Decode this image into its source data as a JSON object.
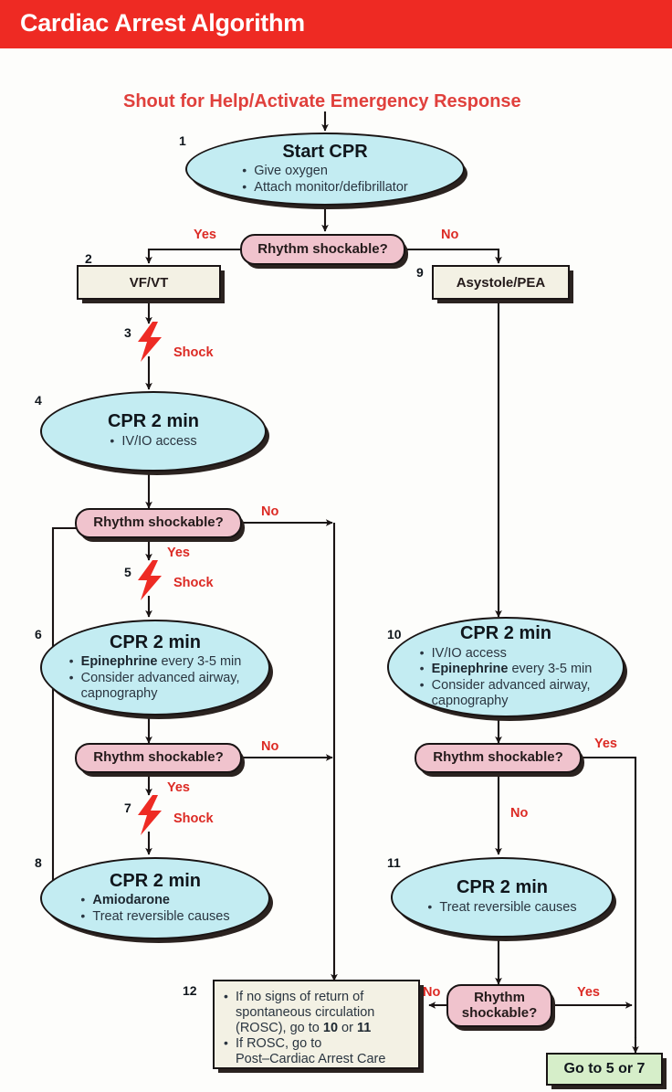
{
  "header": {
    "title": "Cardiac Arrest Algorithm",
    "bar_color": "#ee2a23",
    "text_color": "#ffffff"
  },
  "colors": {
    "ellipse_fill": "#c3ecf2",
    "decision_fill": "#f0c3cd",
    "rect_fill": "#f3f1e4",
    "green_fill": "#d6eec9",
    "red_accent": "#dc2a24",
    "bolt_red": "#ee2b24",
    "outline": "#191414"
  },
  "intro": {
    "shout": "Shout for Help/Activate Emergency Response"
  },
  "nodes": {
    "n1": {
      "num": "1",
      "title": "Start CPR",
      "bullets": [
        "Give oxygen",
        "Attach monitor/defibrillator"
      ]
    },
    "d1": {
      "label": "Rhythm shockable?",
      "yes": "Yes",
      "no": "No"
    },
    "n2": {
      "num": "2",
      "label": "VF/VT"
    },
    "n9": {
      "num": "9",
      "label": "Asystole/PEA"
    },
    "s3": {
      "num": "3",
      "label": "Shock",
      "icon": "lightning-bolt-icon"
    },
    "n4": {
      "num": "4",
      "title": "CPR 2 min",
      "bullets": [
        "IV/IO access"
      ]
    },
    "d2": {
      "label": "Rhythm shockable?",
      "yes": "Yes",
      "no": "No"
    },
    "s5": {
      "num": "5",
      "label": "Shock",
      "icon": "lightning-bolt-icon"
    },
    "n6": {
      "num": "6",
      "title": "CPR 2 min",
      "bullets": [
        {
          "bold": "Epinephrine",
          "rest": " every 3-5 min"
        },
        {
          "bold": "",
          "rest": "Consider advanced airway,"
        },
        {
          "cont": "capnography"
        }
      ]
    },
    "d3": {
      "label": "Rhythm shockable?",
      "yes": "Yes",
      "no": "No"
    },
    "s7": {
      "num": "7",
      "label": "Shock",
      "icon": "lightning-bolt-icon"
    },
    "n8": {
      "num": "8",
      "title": "CPR 2 min",
      "bullets": [
        "Amiodarone",
        "Treat reversible causes"
      ]
    },
    "n10": {
      "num": "10",
      "title": "CPR 2 min",
      "bullets": [
        {
          "rest": "IV/IO access"
        },
        {
          "bold": "Epinephrine",
          "rest": " every 3-5 min"
        },
        {
          "rest": "Consider advanced airway,"
        },
        {
          "cont": "capnography"
        }
      ]
    },
    "d4": {
      "label": "Rhythm shockable?",
      "yes": "Yes",
      "no": "No"
    },
    "n11": {
      "num": "11",
      "title": "CPR 2 min",
      "bullets": [
        "Treat reversible causes"
      ]
    },
    "d5": {
      "line1": "Rhythm",
      "line2": "shockable?",
      "yes": "Yes",
      "no": "No"
    },
    "n12": {
      "num": "12",
      "bullets": [
        "If no signs of return of",
        "spontaneous circulation",
        "(ROSC), go to 10 or 11",
        "If ROSC, go to",
        "Post–Cardiac Arrest Care"
      ],
      "line1": "If no signs of return of",
      "line2": "spontaneous circulation",
      "line3a": "(ROSC), go to ",
      "line3b": "10",
      "line3c": " or ",
      "line3d": "11",
      "line4": "If ROSC, go to",
      "line5": "Post–Cardiac Arrest Care"
    },
    "n13": {
      "label": "Go to 5 or 7"
    }
  }
}
